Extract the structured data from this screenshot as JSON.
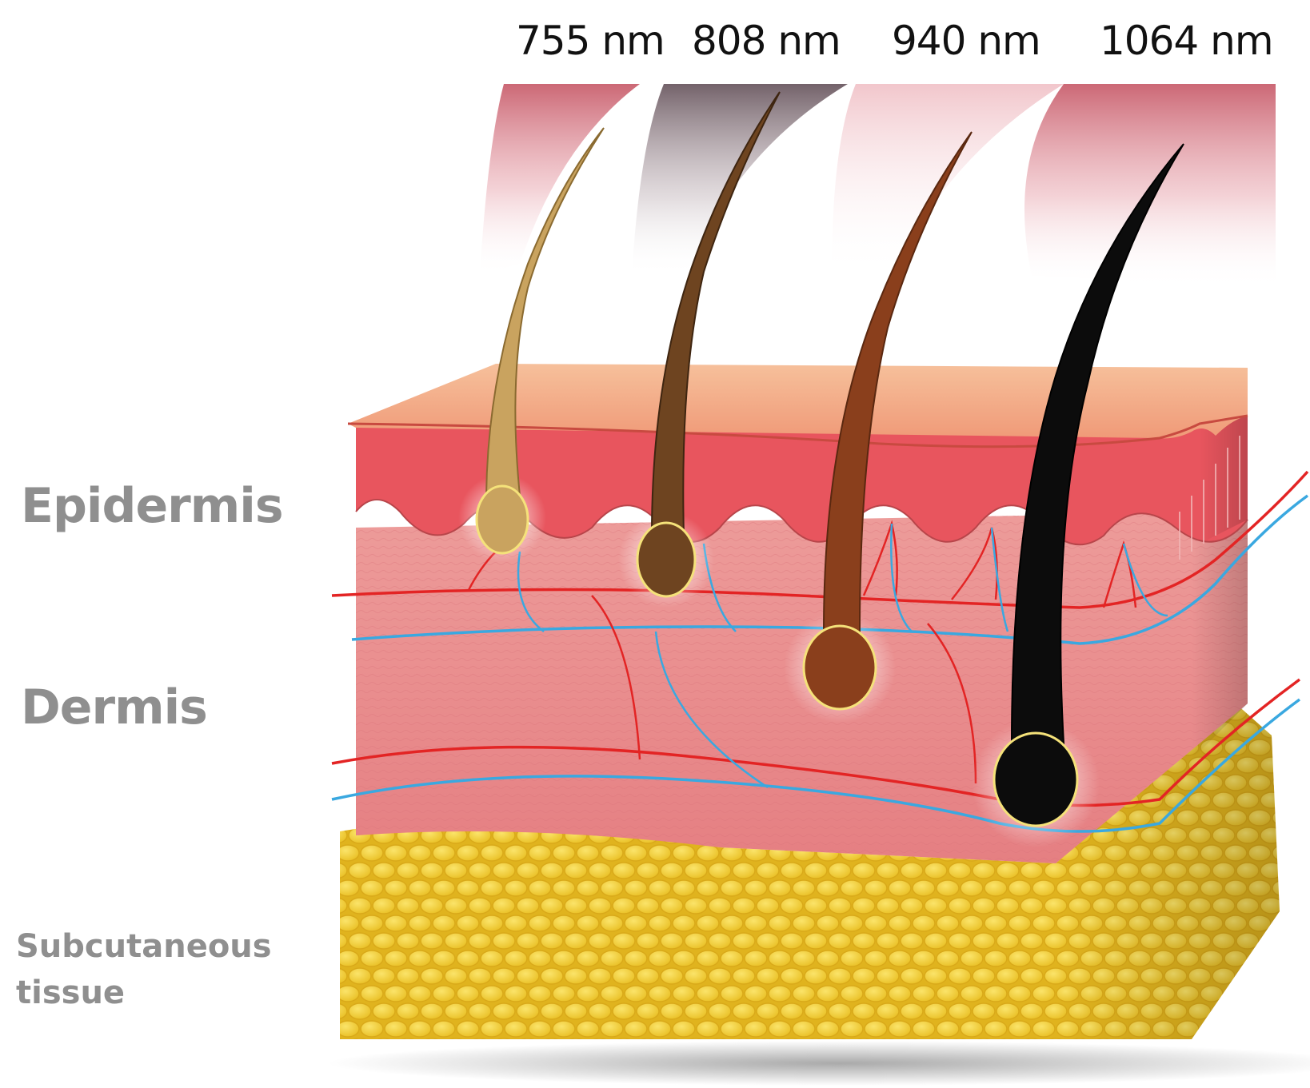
{
  "wavelengths": [
    {
      "label": "755 nm",
      "hair_color": "#c9a35f"
    },
    {
      "label": "808 nm",
      "hair_color": "#6e4420"
    },
    {
      "label": "940 nm",
      "hair_color": "#8a3f1c"
    },
    {
      "label": "1064 nm",
      "hair_color": "#0c0c0c"
    }
  ],
  "layers": {
    "epidermis": "Epidermis",
    "dermis": "Dermis",
    "subcutaneous_line1": "Subcutaneous",
    "subcutaneous_line2": "tissue"
  },
  "colors": {
    "skin_surface": "#f3a882",
    "epidermis": "#e8555e",
    "dermis": "#e88a8a",
    "fat": "#f4d23c",
    "artery": "#e32424",
    "vein": "#3aa8e0",
    "label_gray": "#8f8f8f"
  }
}
